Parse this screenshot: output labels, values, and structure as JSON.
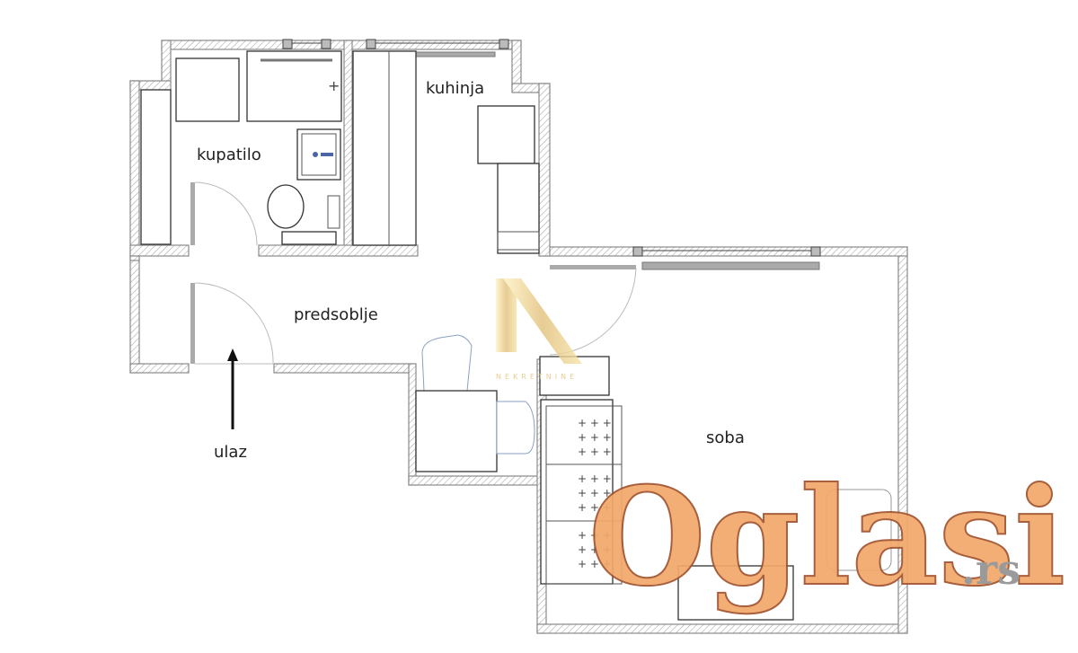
{
  "floor_plan": {
    "rooms": {
      "bathroom": "kupatilo",
      "kitchen": "kuhinja",
      "hallway": "predsoblje",
      "room": "soba",
      "entrance": "ulaz"
    },
    "watermark": {
      "agency_text": "NEKRETNINE"
    },
    "logo": {
      "name": "Oglasi",
      "domain": ".rs",
      "color": "#f2a86a"
    }
  }
}
